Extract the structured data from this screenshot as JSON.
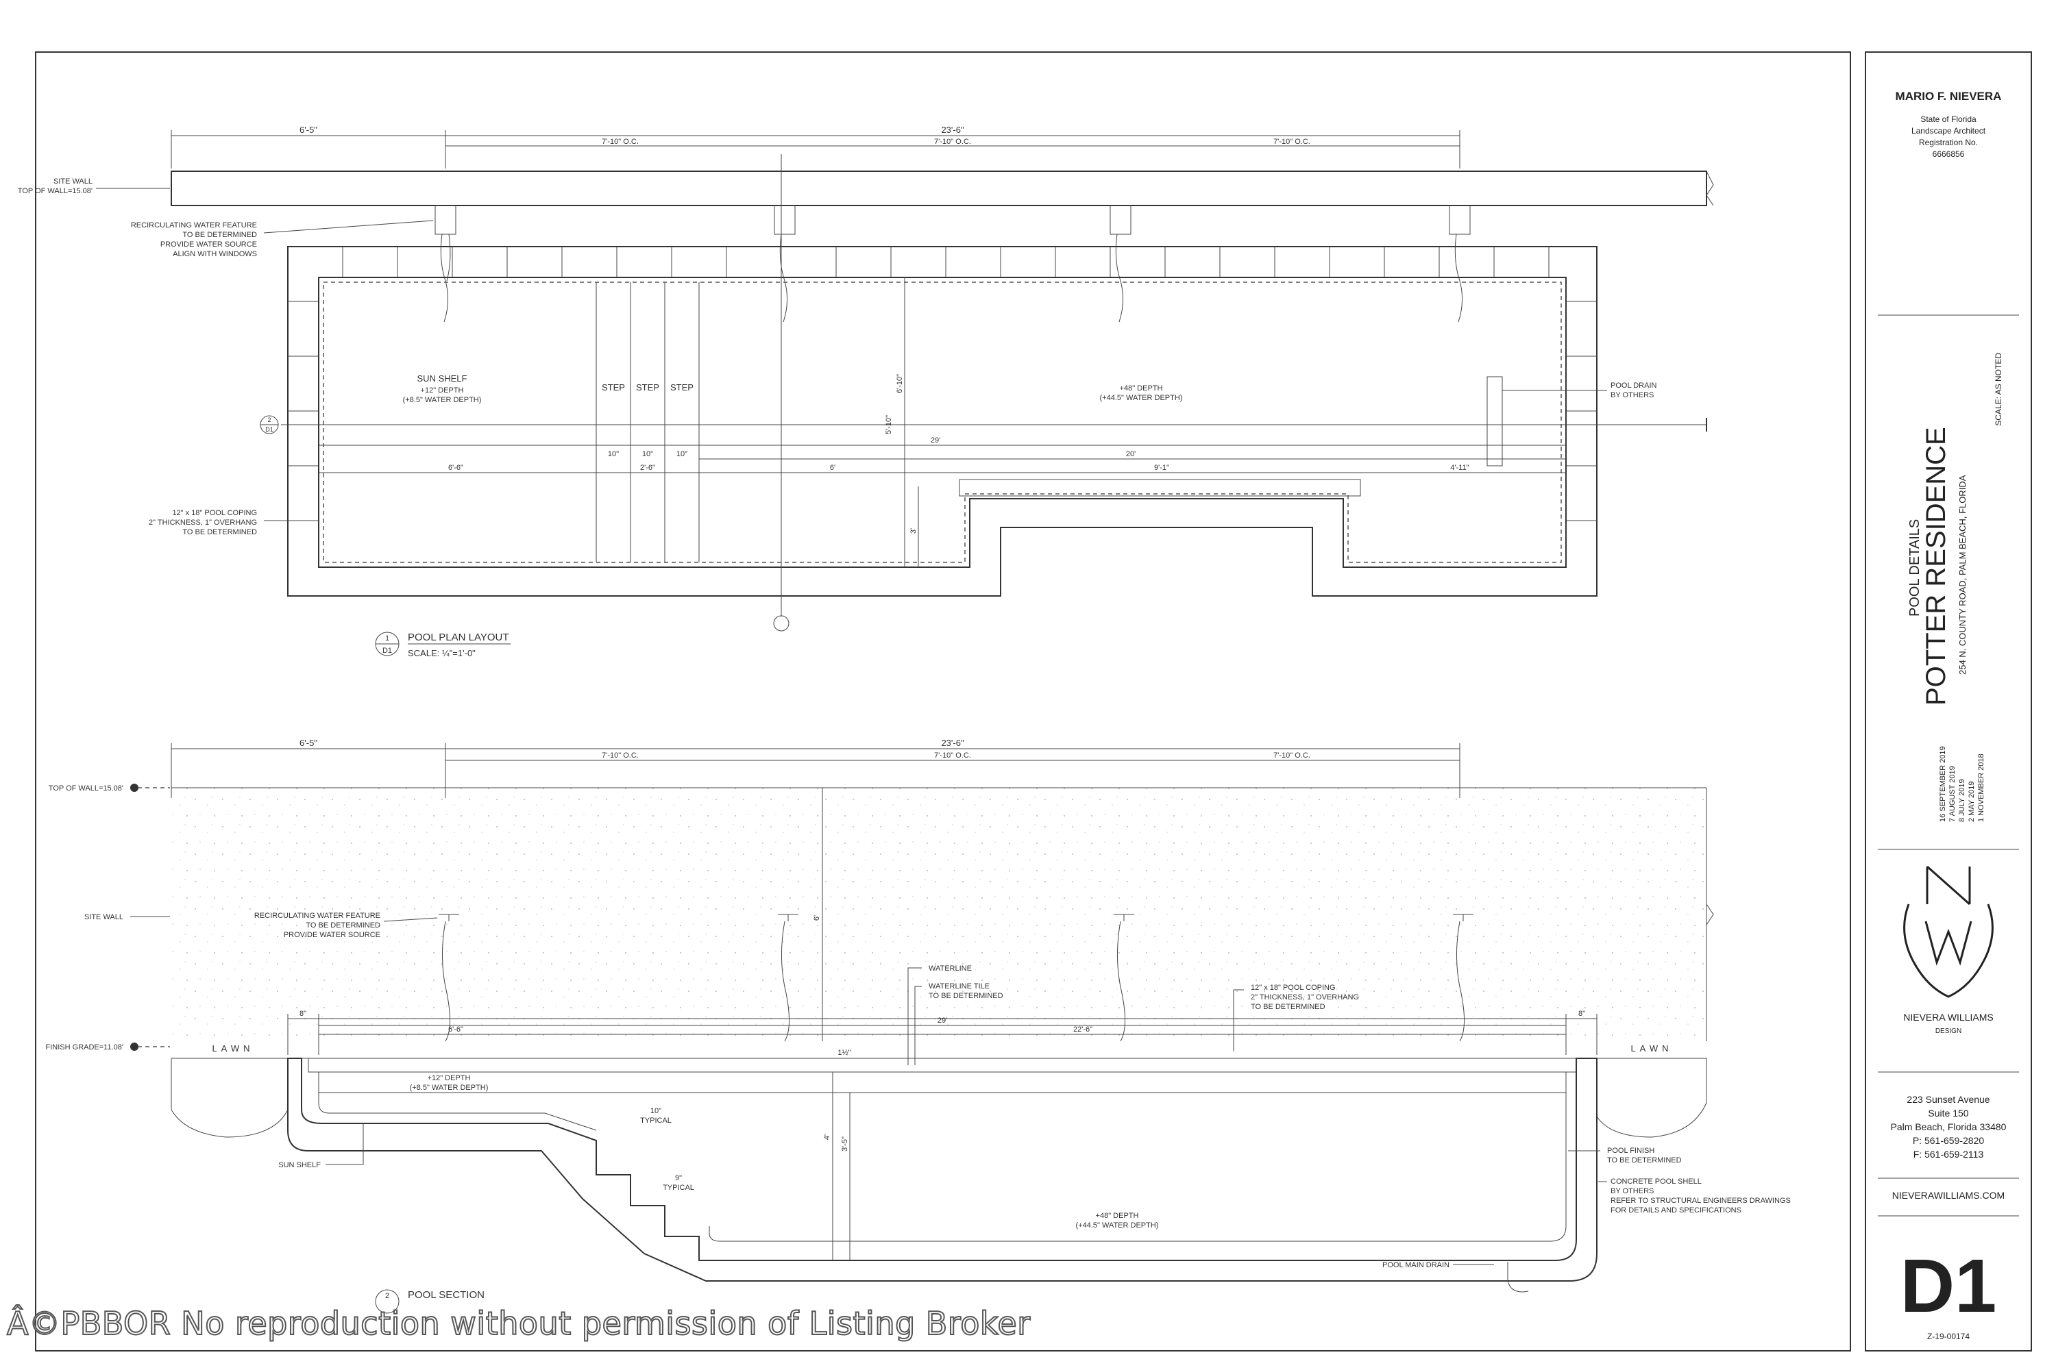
{
  "titleblock": {
    "architect_name": "MARIO F. NIEVERA",
    "license_lines": [
      "State of Florida",
      "Landscape Architect",
      "Registration No.",
      "6666856"
    ],
    "scale_note": "SCALE: AS NOTED",
    "sheet_title": "POOL DETAILS",
    "project_name": "POTTER RESIDENCE",
    "project_address": "254 N. COUNTY ROAD, PALM BEACH, FLORIDA",
    "revision_dates": [
      "16 SEPTEMBER 2019",
      "7 AUGUST 2019",
      "8 JULY 2019",
      "2 MAY 2019",
      "1 NOVEMBER 2018"
    ],
    "logo_letters": "NW",
    "firm_name": "NIEVERA WILLIAMS",
    "firm_subtitle": "DESIGN",
    "address_lines": [
      "223 Sunset Avenue",
      "Suite 150",
      "Palm Beach, Florida 33480",
      "P: 561-659-2820",
      "F: 561-659-2113"
    ],
    "website": "NIEVERAWILLIAMS.COM",
    "sheet_number": "D1",
    "project_number": "Z-19-00174"
  },
  "plan": {
    "dim_left": "6'-5\"",
    "dim_total": "23'-6\"",
    "dim_oc": [
      "7'-10\" O.C.",
      "7'-10\" O.C.",
      "7'-10\" O.C."
    ],
    "site_wall_label": [
      "SITE WALL",
      "TOP OF WALL=15.08'"
    ],
    "water_feature_note": [
      "RECIRCULATING WATER FEATURE",
      "TO BE DETERMINED",
      "PROVIDE WATER SOURCE",
      "ALIGN WITH WINDOWS"
    ],
    "coping_note": [
      "12\" x 18\" POOL COPING",
      "2\" THICKNESS, 1\" OVERHANG",
      "TO BE DETERMINED"
    ],
    "sun_shelf_title": "SUN SHELF",
    "sun_shelf_depth": [
      "+12\" DEPTH",
      "(+8.5\" WATER DEPTH)"
    ],
    "steps": [
      "STEP",
      "STEP",
      "STEP"
    ],
    "deep_depth": [
      "+48\" DEPTH",
      "(+44.5\" WATER DEPTH)"
    ],
    "pool_drain_note": [
      "POOL DRAIN",
      "BY OTHERS"
    ],
    "dim_29": "29'",
    "dim_20": "20'",
    "dim_row": [
      "6'-6\"",
      "10\"",
      "10\"",
      "10\"",
      "2'-6\"",
      "6'",
      "9'-1\"",
      "4'-11\""
    ],
    "dim_vertical": [
      "6'-10\"",
      "5'-10\"",
      "3'"
    ],
    "section_marker_top": "2",
    "section_marker_bottom": "D1",
    "title_number": "1",
    "title_sheet": "D1",
    "title_text": "POOL PLAN LAYOUT",
    "title_scale": "SCALE: ¼\"=1'-0\""
  },
  "section": {
    "dim_left": "6'-5\"",
    "dim_total": "23'-6\"",
    "dim_oc": [
      "7'-10\" O.C.",
      "7'-10\" O.C.",
      "7'-10\" O.C."
    ],
    "top_of_wall": "TOP OF WALL=15.08'",
    "site_wall": "SITE WALL",
    "finish_grade": "FINISH GRADE=11.08'",
    "water_feature_note": [
      "RECIRCULATING WATER FEATURE",
      "TO BE DETERMINED",
      "PROVIDE WATER SOURCE"
    ],
    "waterline_note": [
      "WATERLINE",
      "WATERLINE TILE",
      "TO BE DETERMINED"
    ],
    "coping_note": [
      "12\" x 18\" POOL COPING",
      "2\" THICKNESS, 1\" OVERHANG",
      "TO BE DETERMINED"
    ],
    "lawn": "LAWN",
    "dim_8": "8\"",
    "dim_29": "29'",
    "dim_6_6": "6'-6\"",
    "dim_22_6": "22'-6\"",
    "dim_1_half": "1½\"",
    "dim_6": "6'",
    "dim_4": "4'",
    "dim_3_5": "3'-5\"",
    "shelf_depth": [
      "+12\" DEPTH",
      "(+8.5\" WATER DEPTH)"
    ],
    "typical_10": [
      "10\"",
      "TYPICAL"
    ],
    "typical_9": [
      "9\"",
      "TYPICAL"
    ],
    "sun_shelf": "SUN SHELF",
    "deep_depth": [
      "+48\" DEPTH",
      "(+44.5\" WATER DEPTH)"
    ],
    "pool_finish": [
      "POOL FINISH",
      "TO BE DETERMINED"
    ],
    "concrete_shell": [
      "CONCRETE POOL SHELL",
      "BY OTHERS",
      "REFER TO STRUCTURAL ENGINEERS DRAWINGS",
      "FOR DETAILS AND SPECIFICATIONS"
    ],
    "main_drain": "POOL MAIN DRAIN",
    "title_number": "2",
    "title_text": "POOL SECTION"
  },
  "watermark": "Â©PBBOR No reproduction without permission of Listing Broker"
}
